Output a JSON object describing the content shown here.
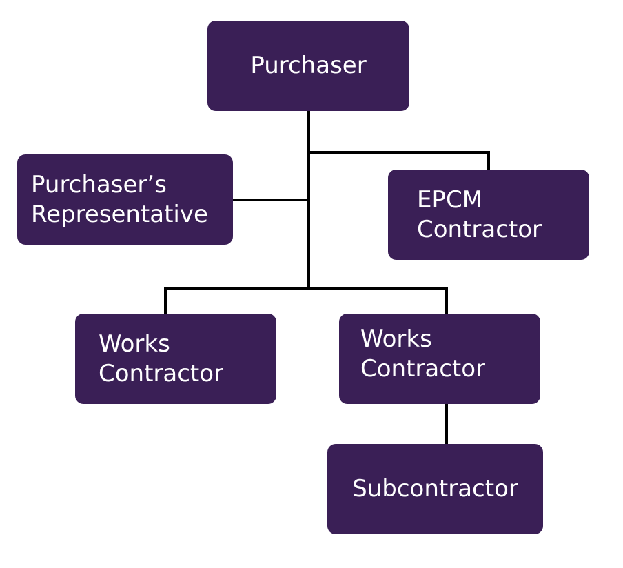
{
  "diagram": {
    "nodes": {
      "purchaser": {
        "lines": [
          "Purchaser"
        ]
      },
      "purchasers_representative": {
        "lines": [
          "Purchaser’s",
          "Representative"
        ]
      },
      "epcm_contractor": {
        "lines": [
          "EPCM",
          "Contractor"
        ]
      },
      "works_contractor_left": {
        "lines": [
          "Works",
          "Contractor"
        ]
      },
      "works_contractor_right": {
        "lines": [
          "Works",
          "Contractor"
        ]
      },
      "subcontractor": {
        "lines": [
          "Subcontractor"
        ]
      }
    },
    "edges": [
      {
        "from": "purchaser",
        "to": "purchasers_representative"
      },
      {
        "from": "purchaser",
        "to": "epcm_contractor"
      },
      {
        "from": "purchaser",
        "to": "works_contractor_left"
      },
      {
        "from": "purchaser",
        "to": "works_contractor_right"
      },
      {
        "from": "works_contractor_right",
        "to": "subcontractor"
      }
    ],
    "colors": {
      "node_fill": "#3a1f56",
      "node_text": "#ffffff",
      "connector": "#000000"
    }
  }
}
